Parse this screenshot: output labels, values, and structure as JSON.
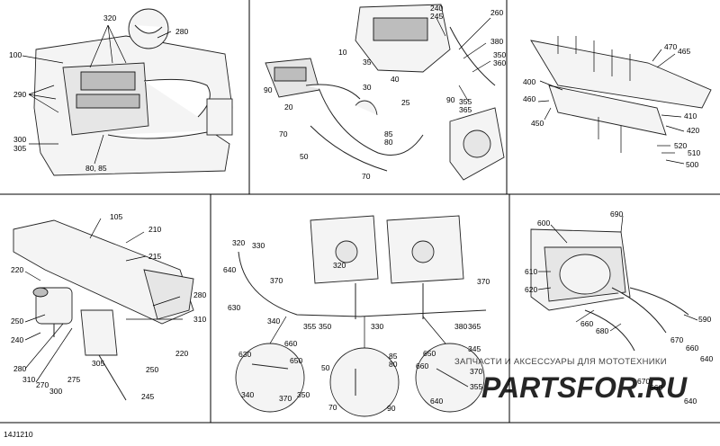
{
  "figure_code": "14J1210",
  "watermark": {
    "tagline": "ЗАПЧАСТИ И АКСЕССУАРЫ ДЛЯ МОТОТЕХНИКИ",
    "brand": "PARTSFOR.RU",
    "color": "#e0202a"
  },
  "panels": [
    {
      "id": "engine-overview",
      "callouts": [
        "320",
        "280",
        "100",
        "290",
        "300",
        "305",
        "80, 85"
      ]
    },
    {
      "id": "intake-duct",
      "callouts": [
        "240",
        "245",
        "260",
        "380",
        "350",
        "360",
        "355",
        "365",
        "10",
        "35",
        "40",
        "30",
        "25",
        "90",
        "20",
        "85",
        "80",
        "70",
        "50",
        "70",
        "90"
      ]
    },
    {
      "id": "tray-hardware",
      "callouts": [
        "470",
        "465",
        "400",
        "460",
        "450",
        "410",
        "420",
        "520",
        "510",
        "500"
      ]
    },
    {
      "id": "coolant-reservoir",
      "callouts": [
        "105",
        "210",
        "215",
        "220",
        "280",
        "310",
        "250",
        "240",
        "220",
        "300",
        "270",
        "275",
        "305",
        "250",
        "245",
        "280",
        "310"
      ]
    },
    {
      "id": "hose-routing",
      "callouts": [
        "320",
        "330",
        "640",
        "370",
        "630",
        "340",
        "355",
        "350",
        "320",
        "330",
        "380",
        "365",
        "370",
        "660",
        "630",
        "650",
        "370",
        "340",
        "350",
        "50",
        "70",
        "85",
        "80",
        "90",
        "650",
        "345",
        "660",
        "370",
        "355",
        "640"
      ]
    },
    {
      "id": "heater-unit",
      "callouts": [
        "690",
        "600",
        "610",
        "620",
        "660",
        "680",
        "590",
        "670",
        "660",
        "640",
        "670",
        "660",
        "640"
      ]
    }
  ]
}
